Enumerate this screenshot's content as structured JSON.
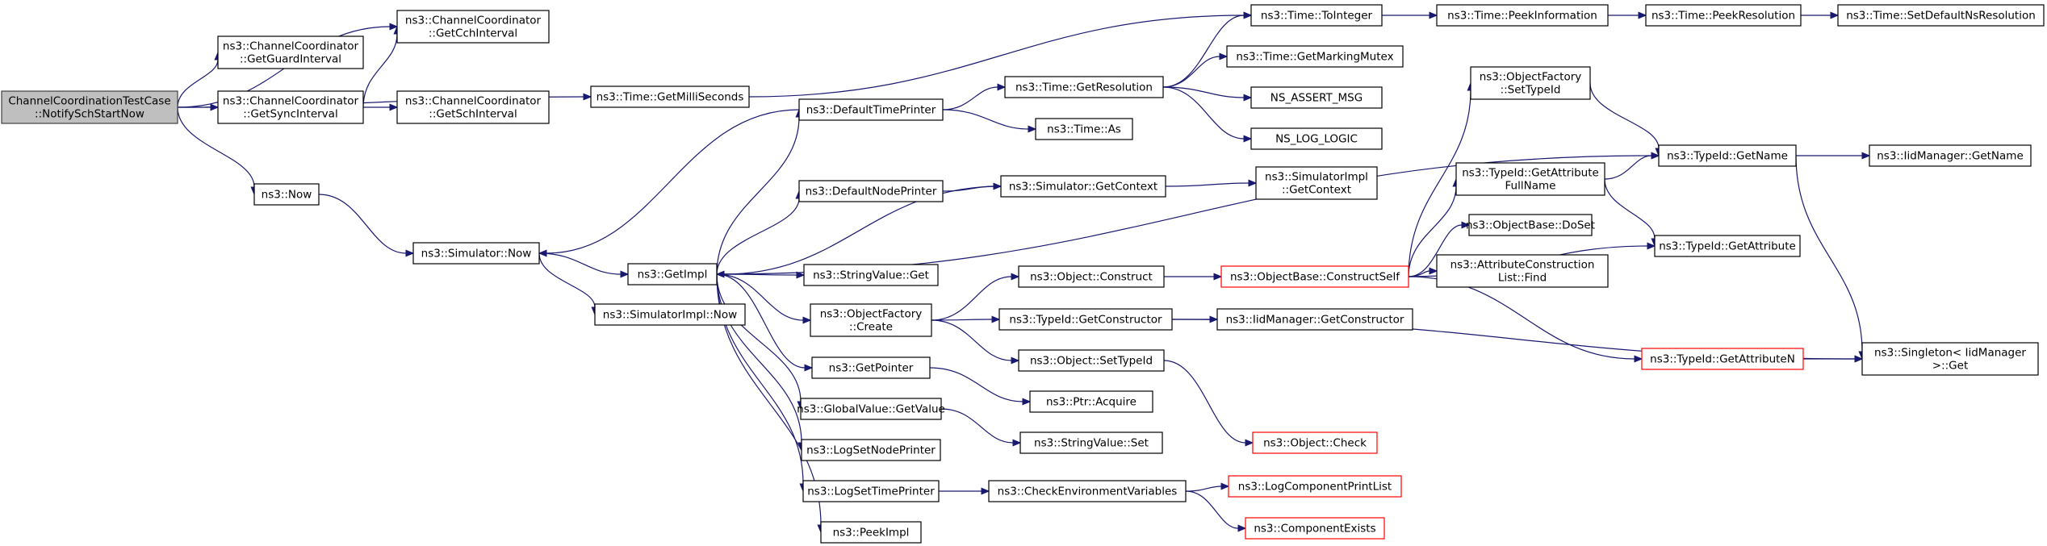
{
  "graph": {
    "colors": {
      "edge": "#191970",
      "node_border": "#000000",
      "incomplete_border": "#ff0000",
      "root_fill": "#bfbfbf"
    },
    "nodes": [
      {
        "id": "root",
        "lines": [
          "ChannelCoordinationTestCase",
          "::NotifySchStartNow"
        ],
        "kind": "root"
      },
      {
        "id": "getCch",
        "lines": [
          "ns3::ChannelCoordinator",
          "::GetCchInterval"
        ]
      },
      {
        "id": "getGuard",
        "lines": [
          "ns3::ChannelCoordinator",
          "::GetGuardInterval"
        ]
      },
      {
        "id": "getSync",
        "lines": [
          "ns3::ChannelCoordinator",
          "::GetSyncInterval"
        ]
      },
      {
        "id": "getSch",
        "lines": [
          "ns3::ChannelCoordinator",
          "::GetSchInterval"
        ]
      },
      {
        "id": "getMilli",
        "lines": [
          "ns3::Time::GetMilliSeconds"
        ]
      },
      {
        "id": "now",
        "lines": [
          "ns3::Now"
        ]
      },
      {
        "id": "simNow",
        "lines": [
          "ns3::Simulator::Now"
        ]
      },
      {
        "id": "getImpl",
        "lines": [
          "ns3::GetImpl"
        ]
      },
      {
        "id": "simImplNow",
        "lines": [
          "ns3::SimulatorImpl::Now"
        ]
      },
      {
        "id": "defTime",
        "lines": [
          "ns3::DefaultTimePrinter"
        ]
      },
      {
        "id": "defNode",
        "lines": [
          "ns3::DefaultNodePrinter"
        ]
      },
      {
        "id": "strGet",
        "lines": [
          "ns3::StringValue::Get"
        ]
      },
      {
        "id": "ofCreate",
        "lines": [
          "ns3::ObjectFactory",
          "::Create"
        ]
      },
      {
        "id": "getPointer",
        "lines": [
          "ns3::GetPointer"
        ]
      },
      {
        "id": "gvGet",
        "lines": [
          "ns3::GlobalValue::GetValue"
        ]
      },
      {
        "id": "logNode",
        "lines": [
          "ns3::LogSetNodePrinter"
        ]
      },
      {
        "id": "logTime",
        "lines": [
          "ns3::LogSetTimePrinter"
        ]
      },
      {
        "id": "peek",
        "lines": [
          "ns3::PeekImpl"
        ]
      },
      {
        "id": "toInt",
        "lines": [
          "ns3::Time::ToInteger"
        ]
      },
      {
        "id": "peekInfo",
        "lines": [
          "ns3::Time::PeekInformation"
        ]
      },
      {
        "id": "peekRes",
        "lines": [
          "ns3::Time::PeekResolution"
        ]
      },
      {
        "id": "setDefNs",
        "lines": [
          "ns3::Time::SetDefaultNsResolution"
        ]
      },
      {
        "id": "getRes",
        "lines": [
          "ns3::Time::GetResolution"
        ]
      },
      {
        "id": "mutex",
        "lines": [
          "ns3::Time::GetMarkingMutex"
        ]
      },
      {
        "id": "assert",
        "lines": [
          "NS_ASSERT_MSG"
        ]
      },
      {
        "id": "logic",
        "lines": [
          "NS_LOG_LOGIC"
        ]
      },
      {
        "id": "timeAs",
        "lines": [
          "ns3::Time::As"
        ]
      },
      {
        "id": "simCtx",
        "lines": [
          "ns3::Simulator::GetContext"
        ]
      },
      {
        "id": "simImplCtx",
        "lines": [
          "ns3::SimulatorImpl",
          "::GetContext"
        ]
      },
      {
        "id": "objConstruct",
        "lines": [
          "ns3::Object::Construct"
        ]
      },
      {
        "id": "getCtor",
        "lines": [
          "ns3::TypeId::GetConstructor"
        ]
      },
      {
        "id": "objSetType",
        "lines": [
          "ns3::Object::SetTypeId"
        ]
      },
      {
        "id": "ptrAcquire",
        "lines": [
          "ns3::Ptr::Acquire"
        ]
      },
      {
        "id": "strSet",
        "lines": [
          "ns3::StringValue::Set"
        ]
      },
      {
        "id": "checkEnv",
        "lines": [
          "ns3::CheckEnvironmentVariables"
        ]
      },
      {
        "id": "constructSelf",
        "lines": [
          "ns3::ObjectBase::ConstructSelf"
        ],
        "kind": "red"
      },
      {
        "id": "iidGetCtor",
        "lines": [
          "ns3::IidManager::GetConstructor"
        ]
      },
      {
        "id": "objCheck",
        "lines": [
          "ns3::Object::Check"
        ],
        "kind": "red"
      },
      {
        "id": "logCompList",
        "lines": [
          "ns3::LogComponentPrintList"
        ],
        "kind": "red"
      },
      {
        "id": "compExists",
        "lines": [
          "ns3::ComponentExists"
        ],
        "kind": "red"
      },
      {
        "id": "ofSetType",
        "lines": [
          "ns3::ObjectFactory",
          "::SetTypeId"
        ]
      },
      {
        "id": "attrFull",
        "lines": [
          "ns3::TypeId::GetAttribute",
          "FullName"
        ]
      },
      {
        "id": "doSet",
        "lines": [
          "ns3::ObjectBase::DoSet"
        ]
      },
      {
        "id": "attrFind",
        "lines": [
          "ns3::AttributeConstruction",
          "List::Find"
        ]
      },
      {
        "id": "getAttrN",
        "lines": [
          "ns3::TypeId::GetAttributeN"
        ],
        "kind": "red"
      },
      {
        "id": "tidName",
        "lines": [
          "ns3::TypeId::GetName"
        ]
      },
      {
        "id": "tidAttr",
        "lines": [
          "ns3::TypeId::GetAttribute"
        ]
      },
      {
        "id": "singleton",
        "lines": [
          "ns3::Singleton< IidManager",
          " >::Get"
        ]
      },
      {
        "id": "iidName",
        "lines": [
          "ns3::IidManager::GetName"
        ]
      }
    ],
    "edges": [
      {
        "from": "root",
        "to": "getCch"
      },
      {
        "from": "root",
        "to": "getGuard"
      },
      {
        "from": "root",
        "to": "getSync"
      },
      {
        "from": "root",
        "to": "getMilli"
      },
      {
        "from": "root",
        "to": "now"
      },
      {
        "from": "getSync",
        "to": "getCch"
      },
      {
        "from": "getSync",
        "to": "getSch"
      },
      {
        "from": "getMilli",
        "to": "toInt"
      },
      {
        "from": "now",
        "to": "simNow"
      },
      {
        "from": "simNow",
        "to": "getImpl"
      },
      {
        "from": "simNow",
        "to": "simImplNow"
      },
      {
        "from": "defTime",
        "to": "simNow"
      },
      {
        "from": "defTime",
        "to": "getRes"
      },
      {
        "from": "defTime",
        "to": "timeAs"
      },
      {
        "from": "simCtx",
        "to": "getImpl"
      },
      {
        "from": "simCtx",
        "to": "simImplCtx"
      },
      {
        "from": "defNode",
        "to": "simCtx"
      },
      {
        "from": "getImpl",
        "to": "defTime"
      },
      {
        "from": "getImpl",
        "to": "defNode"
      },
      {
        "from": "getImpl",
        "to": "strGet"
      },
      {
        "from": "getImpl",
        "to": "ofCreate"
      },
      {
        "from": "getImpl",
        "to": "getPointer"
      },
      {
        "from": "getImpl",
        "to": "gvGet"
      },
      {
        "from": "getImpl",
        "to": "logNode"
      },
      {
        "from": "getImpl",
        "to": "logTime"
      },
      {
        "from": "getImpl",
        "to": "peek"
      },
      {
        "from": "getImpl",
        "to": "tidName"
      },
      {
        "from": "getRes",
        "to": "toInt"
      },
      {
        "from": "getRes",
        "to": "mutex"
      },
      {
        "from": "getRes",
        "to": "assert"
      },
      {
        "from": "getRes",
        "to": "logic"
      },
      {
        "from": "toInt",
        "to": "peekInfo"
      },
      {
        "from": "peekInfo",
        "to": "peekRes"
      },
      {
        "from": "peekRes",
        "to": "setDefNs"
      },
      {
        "from": "ofCreate",
        "to": "objConstruct"
      },
      {
        "from": "ofCreate",
        "to": "getCtor"
      },
      {
        "from": "ofCreate",
        "to": "objSetType"
      },
      {
        "from": "objConstruct",
        "to": "constructSelf"
      },
      {
        "from": "getCtor",
        "to": "iidGetCtor"
      },
      {
        "from": "getCtor",
        "to": "singleton"
      },
      {
        "from": "objSetType",
        "to": "objCheck"
      },
      {
        "from": "getPointer",
        "to": "ptrAcquire"
      },
      {
        "from": "gvGet",
        "to": "strSet"
      },
      {
        "from": "logTime",
        "to": "checkEnv"
      },
      {
        "from": "checkEnv",
        "to": "logCompList"
      },
      {
        "from": "checkEnv",
        "to": "compExists"
      },
      {
        "from": "constructSelf",
        "to": "ofSetType"
      },
      {
        "from": "constructSelf",
        "to": "attrFull"
      },
      {
        "from": "constructSelf",
        "to": "doSet"
      },
      {
        "from": "constructSelf",
        "to": "attrFind"
      },
      {
        "from": "constructSelf",
        "to": "tidAttr"
      },
      {
        "from": "constructSelf",
        "to": "getAttrN"
      },
      {
        "from": "ofSetType",
        "to": "tidName"
      },
      {
        "from": "attrFull",
        "to": "tidName"
      },
      {
        "from": "attrFull",
        "to": "tidAttr"
      },
      {
        "from": "getAttrN",
        "to": "singleton"
      },
      {
        "from": "tidName",
        "to": "iidName"
      },
      {
        "from": "tidName",
        "to": "singleton"
      }
    ]
  }
}
